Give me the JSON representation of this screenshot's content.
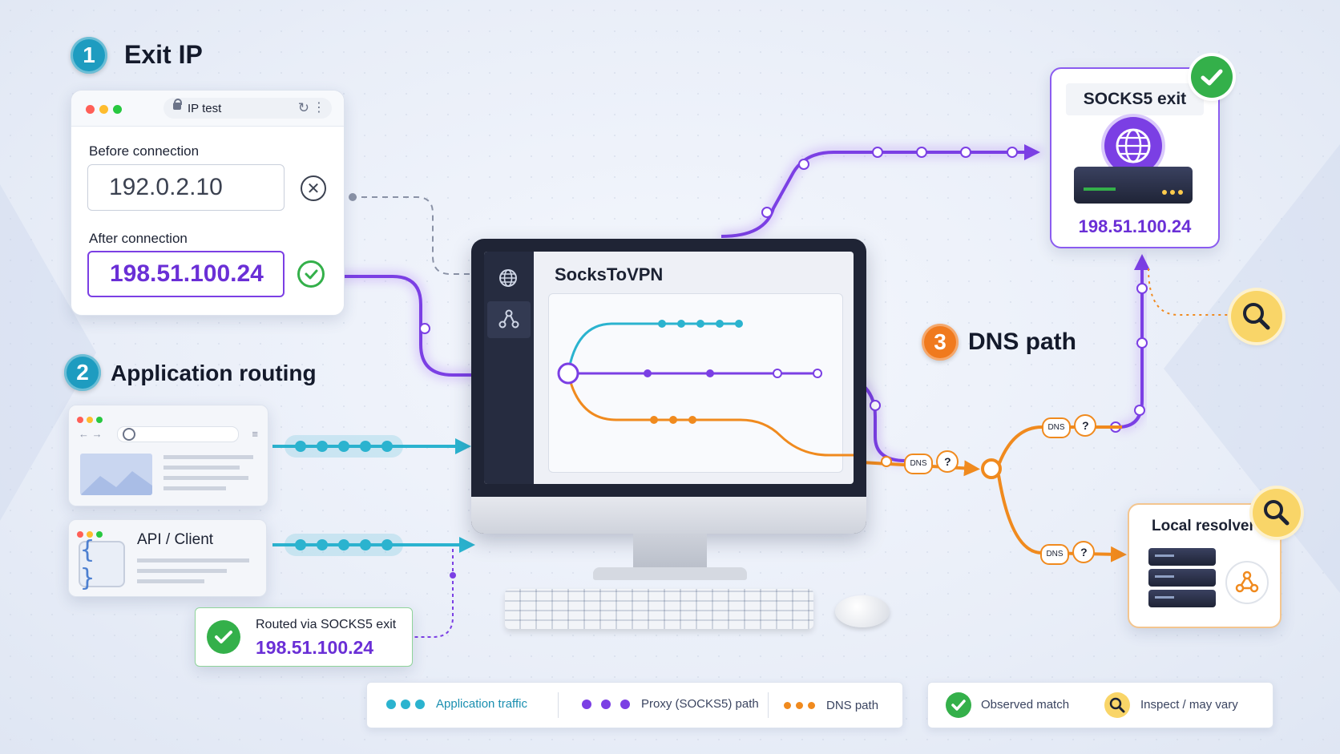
{
  "sections": {
    "exit_ip": {
      "number": "1",
      "title": "Exit IP"
    },
    "app_routing": {
      "number": "2",
      "title": "Application routing"
    },
    "dns_path": {
      "number": "3",
      "title": "DNS path"
    }
  },
  "ip_test": {
    "tab_title": "IP test",
    "before_label": "Before connection",
    "before_ip": "192.0.2.10",
    "after_label": "After connection",
    "after_ip": "198.51.100.24"
  },
  "monitor": {
    "app_title": "SocksToVPN"
  },
  "socks_exit": {
    "title": "SOCKS5 exit",
    "ip": "198.51.100.24"
  },
  "local_resolver": {
    "title": "Local resolver"
  },
  "api_client": {
    "title": "API / Client"
  },
  "routed": {
    "text": "Routed via SOCKS5 exit",
    "ip": "198.51.100.24"
  },
  "dns_tags": {
    "dns": "DNS",
    "question": "?"
  },
  "legend": {
    "app_traffic": "Application traffic",
    "proxy_path": "Proxy (SOCKS5) path",
    "dns_path": "DNS path",
    "observed": "Observed match",
    "inspect": "Inspect / may vary"
  },
  "colors": {
    "purple": "#7b3fe4",
    "teal": "#2bb3cf",
    "orange": "#f08a1e",
    "green": "#34b04a",
    "gold": "#f5b731"
  },
  "icons": {
    "window_lock": "lock-icon",
    "reload": "reload-icon",
    "globe": "globe-icon",
    "network": "network-icon",
    "check": "check-icon",
    "cross": "cross-icon",
    "search": "magnifier-icon",
    "code": "code-braces-icon",
    "server": "server-icon"
  }
}
